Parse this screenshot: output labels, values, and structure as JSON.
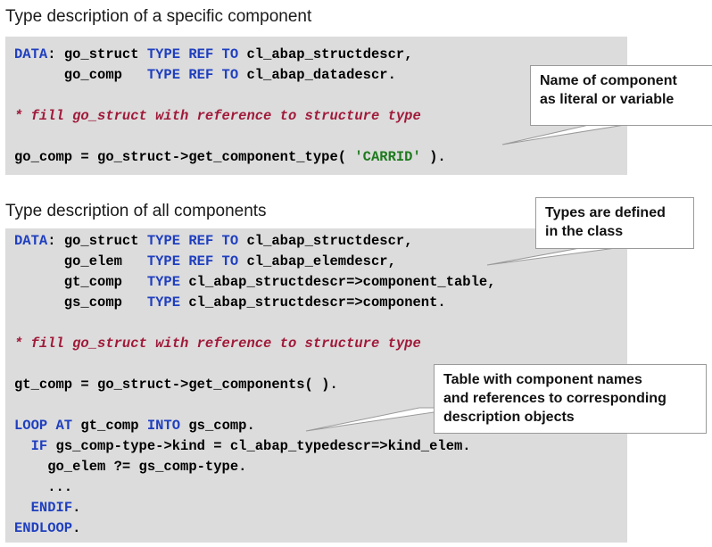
{
  "section1": {
    "title": "Type description of a specific component",
    "code": {
      "l1": {
        "kw1": "DATA",
        "t1": ": go_struct ",
        "kw2": "TYPE REF TO",
        "t2": " cl_abap_structdescr,"
      },
      "l2": {
        "t0": "      go_comp   ",
        "kw1": "TYPE REF TO",
        "t1": " cl_abap_datadescr."
      },
      "l3": {
        "comment": "* fill go_struct with reference to structure type"
      },
      "l4": {
        "t1": "go_comp = go_struct->get_component_type( ",
        "str": "'CARRID'",
        "t2": " )."
      }
    },
    "callout": {
      "line1": "Name of component",
      "line2": "as literal or variable"
    }
  },
  "section2": {
    "title": "Type description of all components",
    "code": {
      "l1": {
        "kw1": "DATA",
        "t1": ": go_struct ",
        "kw2": "TYPE REF TO",
        "t2": " cl_abap_structdescr,"
      },
      "l2": {
        "t0": "      go_elem   ",
        "kw1": "TYPE REF TO",
        "t1": " cl_abap_elemdescr,"
      },
      "l3": {
        "t0": "      gt_comp   ",
        "kw1": "TYPE",
        "t1": " cl_abap_structdescr=>component_table,"
      },
      "l4": {
        "t0": "      gs_comp   ",
        "kw1": "TYPE",
        "t1": " cl_abap_structdescr=>component."
      },
      "l5": {
        "comment": "* fill go_struct with reference to structure type"
      },
      "l6": {
        "t1": "gt_comp = go_struct->get_components( )."
      },
      "l7": {
        "kw1": "LOOP AT",
        "t1": " gt_comp ",
        "kw2": "INTO",
        "t2": " gs_comp."
      },
      "l8": {
        "t0": "  ",
        "kw1": "IF",
        "t1": " gs_comp-type->kind = cl_abap_typedescr=>kind_elem."
      },
      "l9": {
        "t1": "    go_elem ?= gs_comp-type."
      },
      "l10": {
        "t1": "    ..."
      },
      "l11": {
        "t0": "  ",
        "kw1": "ENDIF",
        "t1": "."
      },
      "l12": {
        "kw1": "ENDLOOP",
        "t1": "."
      }
    },
    "callout_types": {
      "line1": "Types are defined",
      "line2": "in the class"
    },
    "callout_table": {
      "line1": "Table with component names",
      "line2": "and references to corresponding",
      "line3": "description objects"
    }
  }
}
